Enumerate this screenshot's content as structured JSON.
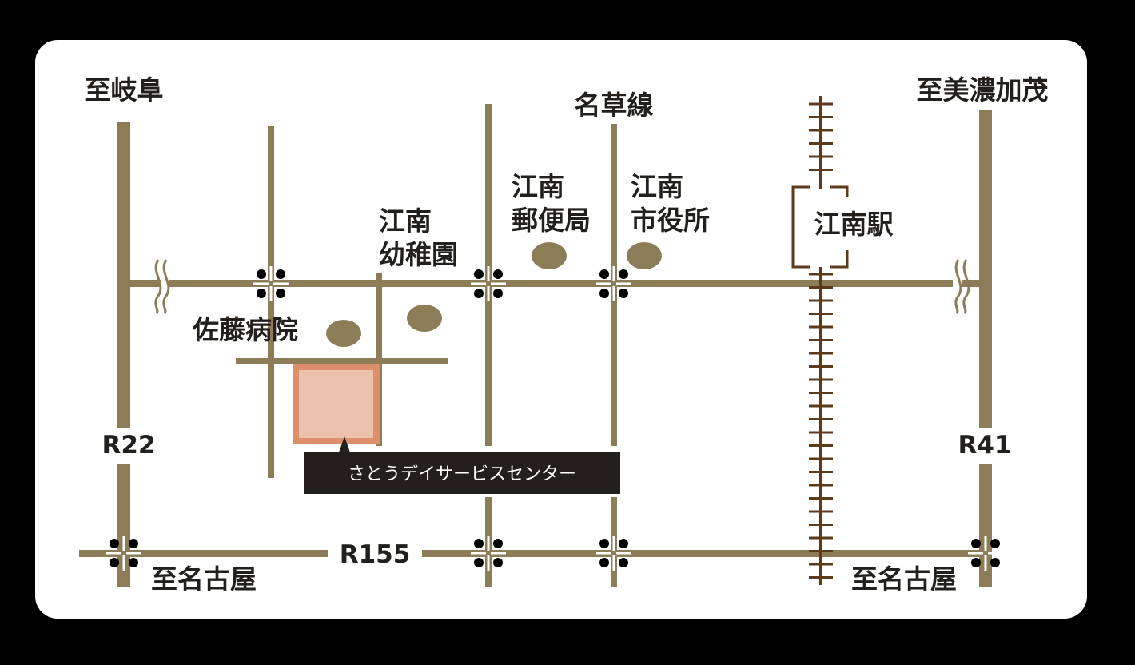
{
  "colors": {
    "road": "#8d7c58",
    "rail": "#5c3b1c",
    "target_fill": "#ebc3ad",
    "target_border": "#dc8f6a",
    "callout_bg": "#231f1c",
    "landmark": "#8d7c58",
    "background": "#000000",
    "card": "#ffffff"
  },
  "labels": {
    "to_gifu": "至岐阜",
    "to_minokamo": "至美濃加茂",
    "meisou_line": "名草線",
    "konan_station": "江南駅",
    "post_office_line1": "江南",
    "post_office_line2": "郵便局",
    "city_hall_line1": "江南",
    "city_hall_line2": "市役所",
    "kindergarten_line1": "江南",
    "kindergarten_line2": "幼稚園",
    "sato_hospital": "佐藤病院",
    "r22": "R22",
    "r41": "R41",
    "r155": "R155",
    "to_nagoya_left": "至名古屋",
    "to_nagoya_right": "至名古屋",
    "destination": "さとうデイサービスセンター"
  }
}
